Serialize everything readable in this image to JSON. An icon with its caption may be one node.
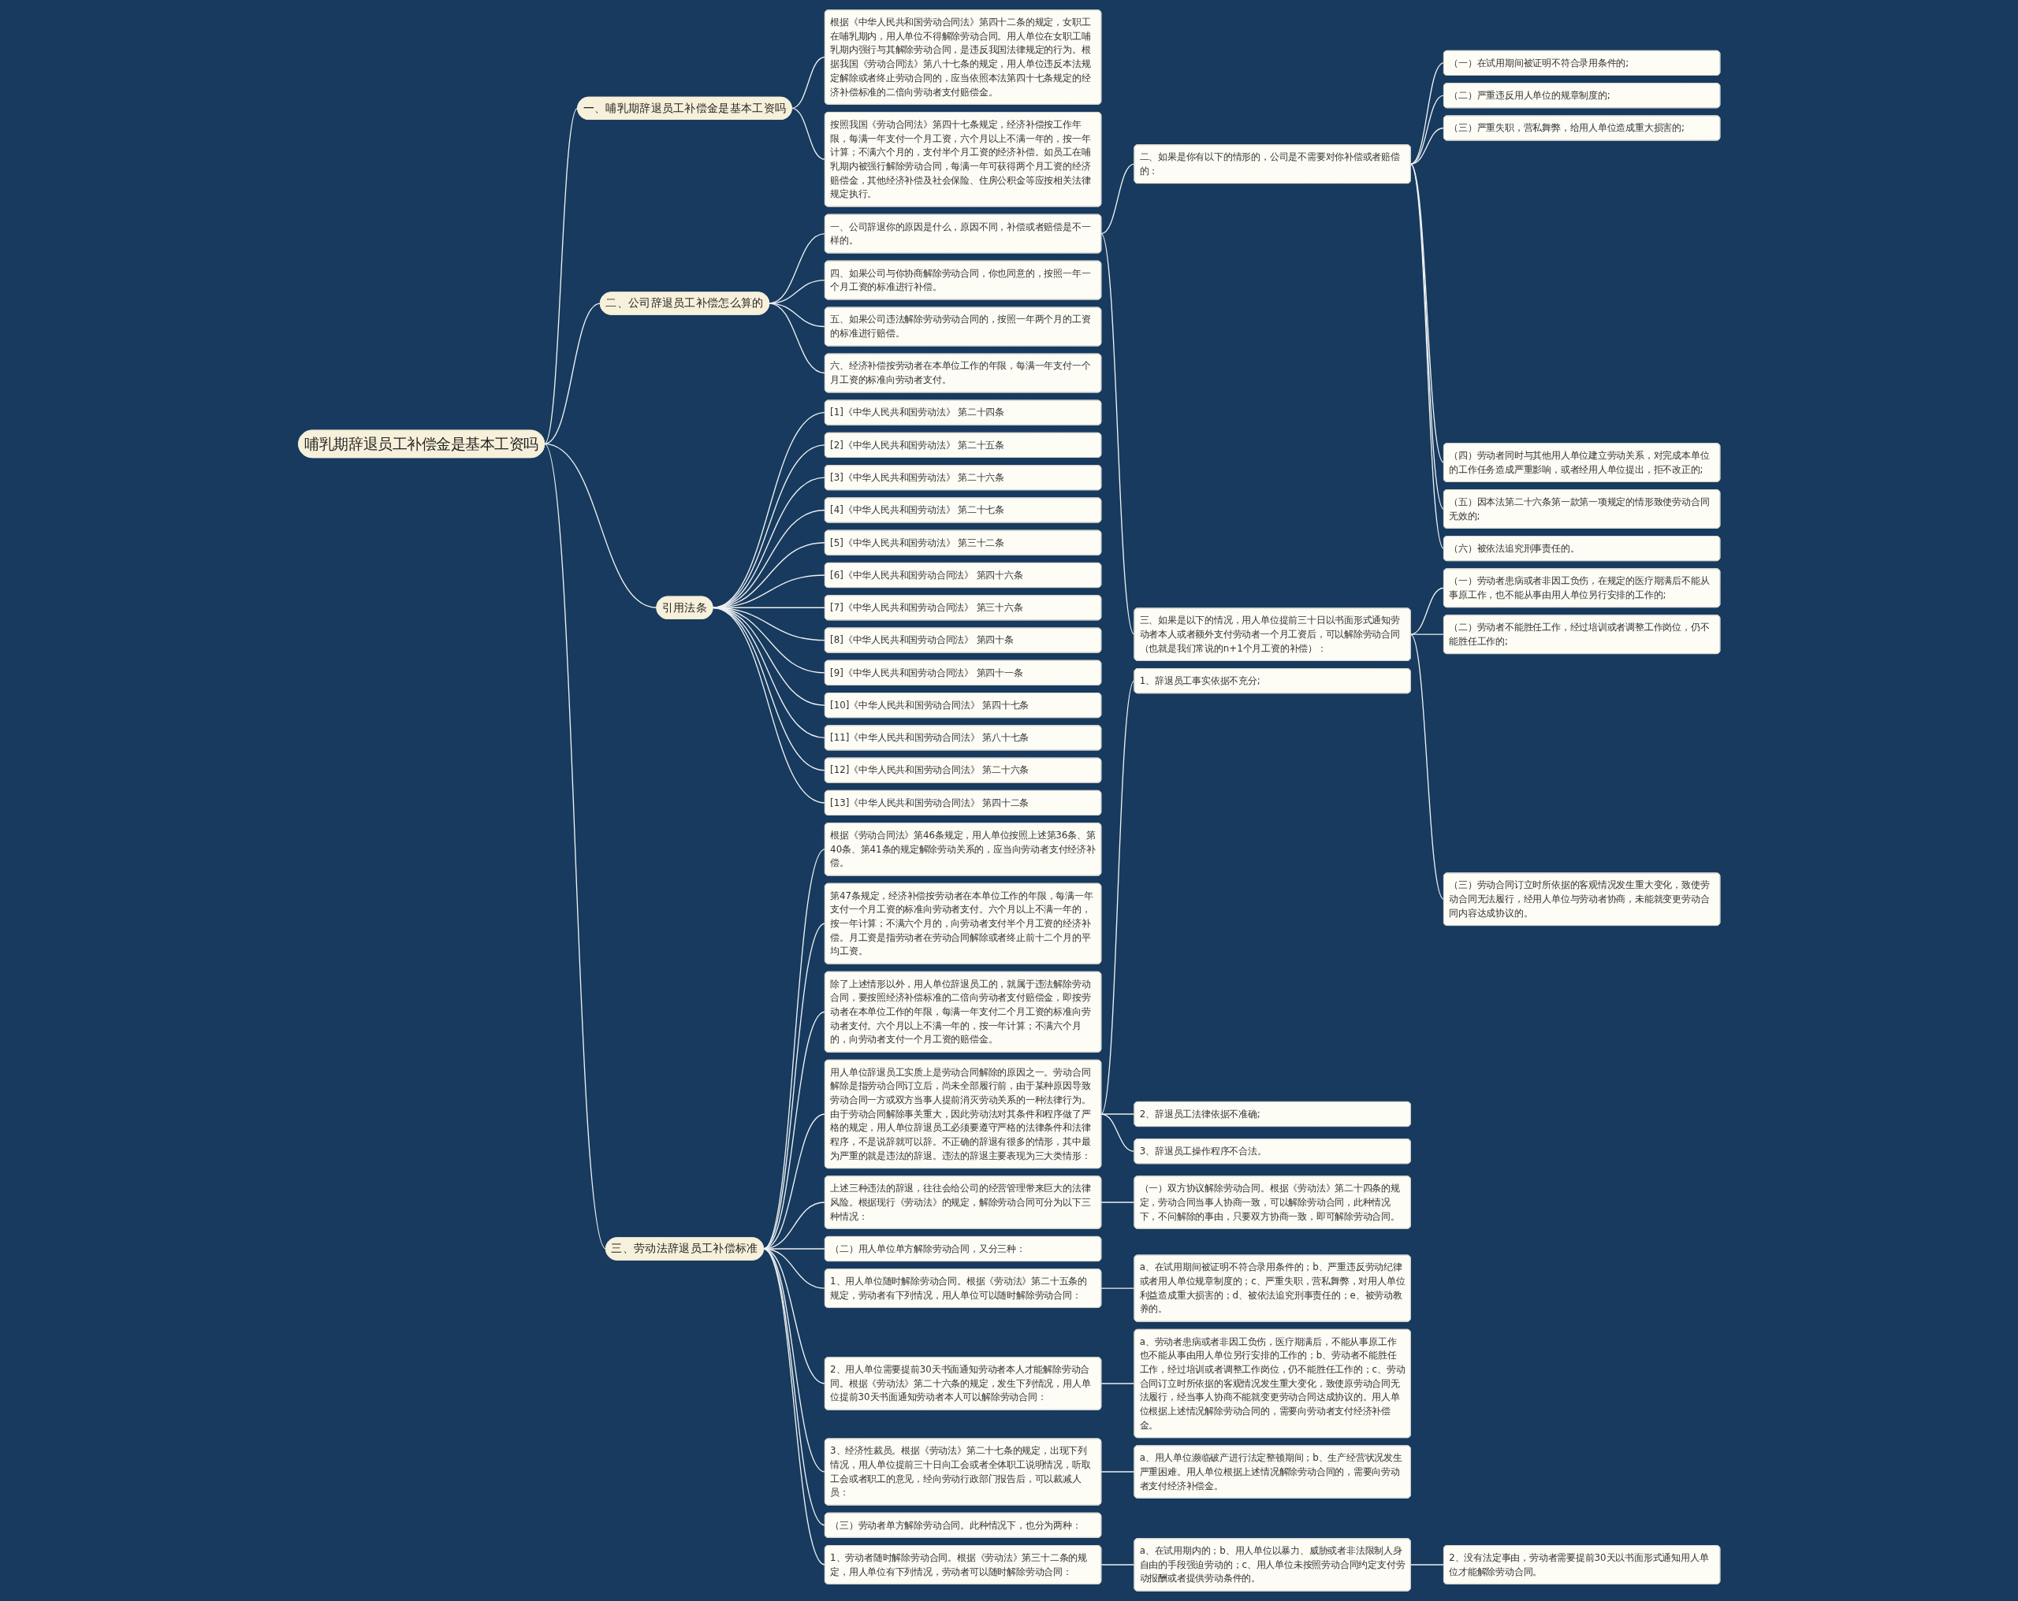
{
  "diagram": {
    "nodes": [
      {
        "text": [
          "哺乳期辞退员工补偿金是基本工资吗"
        ]
      },
      {
        "text": [
          "一、哺乳期辞退员工补偿金是基本工资吗"
        ]
      },
      {
        "text": [
          "根据《中华人民共和国劳动合同法》第四十二条的规定，女职工在哺乳期内，用人单位不得解除劳动合同。用人单位在女职工哺乳期内强行与其解除劳动合同，是违反我国法律规定的行为。根据我国《劳动合同法》第八十七条的规定，用人单位违反本法规定解除或者终止劳动合同的，应当依照本法第四十七条规定的经济补偿标准的二倍向劳动者支付赔偿金。"
        ]
      },
      {
        "text": [
          "按照我国《劳动合同法》第四十七条规定，经济补偿按工作年限，每满一年支付一个月工资，六个月以上不满一年的，按一年计算；不满六个月的，支付半个月工资的经济补偿。如员工在哺乳期内被强行解除劳动合同，每满一年可获得两个月工资的经济赔偿金，其他经济补偿及社会保险、住房公积金等应按相关法律规定执行。"
        ]
      },
      {
        "text": [
          "二、公司辞退员工补偿怎么算的"
        ]
      },
      {
        "text": [
          "一、公司辞退你的原因是什么，原因不同，补偿或者赔偿是不一样的。"
        ]
      },
      {
        "text": [
          "二、如果是你有以下的情形的，公司是不需要对你补偿或者赔偿的："
        ]
      },
      {
        "text": [
          "（一）在试用期间被证明不符合录用条件的;"
        ]
      },
      {
        "text": [
          "（二）严重违反用人单位的规章制度的;"
        ]
      },
      {
        "text": [
          "（三）严重失职，营私舞弊，给用人单位造成重大损害的;"
        ]
      },
      {
        "text": [
          "（四）劳动者同时与其他用人单位建立劳动关系，对完成本单位的工作任务造成严重影响，或者经用人单位提出，拒不改正的;"
        ]
      },
      {
        "text": [
          "（五）因本法第二十六条第一款第一项规定的情形致使劳动合同无效的;"
        ]
      },
      {
        "text": [
          "（六）被依法追究刑事责任的。"
        ]
      },
      {
        "text": [
          "三、如果是以下的情况，用人单位提前三十日以书面形式通知劳动者本人或者额外支付劳动者一个月工资后，可以解除劳动合同（也就是我们常说的n+1个月工资的补偿）："
        ]
      },
      {
        "text": [
          "（一）劳动者患病或者非因工负伤，在规定的医疗期满后不能从事原工作，也不能从事由用人单位另行安排的工作的;"
        ]
      },
      {
        "text": [
          "（二）劳动者不能胜任工作，经过培训或者调整工作岗位，仍不能胜任工作的;"
        ]
      },
      {
        "text": [
          "（三）劳动合同订立时所依据的客观情况发生重大变化，致使劳动合同无法履行，经用人单位与劳动者协商，未能就变更劳动合同内容达成协议的。"
        ]
      },
      {
        "text": [
          "四、如果公司与你协商解除劳动合同，你也同意的，按照一年一个月工资的标准进行补偿。"
        ]
      },
      {
        "text": [
          "五、如果公司违法解除劳动劳动合同的，按照一年两个月的工资的标准进行赔偿。"
        ]
      },
      {
        "text": [
          "六、经济补偿按劳动者在本单位工作的年限，每满一年支付一个月工资的标准向劳动者支付。"
        ]
      },
      {
        "text": [
          "引用法条"
        ]
      },
      {
        "text": [
          "[1]《中华人民共和国劳动法》 第二十四条"
        ]
      },
      {
        "text": [
          "[2]《中华人民共和国劳动法》 第二十五条"
        ]
      },
      {
        "text": [
          "[3]《中华人民共和国劳动法》 第二十六条"
        ]
      },
      {
        "text": [
          "[4]《中华人民共和国劳动法》 第二十七条"
        ]
      },
      {
        "text": [
          "[5]《中华人民共和国劳动法》 第三十二条"
        ]
      },
      {
        "text": [
          "[6]《中华人民共和国劳动合同法》 第四十六条"
        ]
      },
      {
        "text": [
          "[7]《中华人民共和国劳动合同法》 第三十六条"
        ]
      },
      {
        "text": [
          "[8]《中华人民共和国劳动合同法》 第四十条"
        ]
      },
      {
        "text": [
          "[9]《中华人民共和国劳动合同法》 第四十一条"
        ]
      },
      {
        "text": [
          "[10]《中华人民共和国劳动合同法》 第四十七条"
        ]
      },
      {
        "text": [
          "[11]《中华人民共和国劳动合同法》 第八十七条"
        ]
      },
      {
        "text": [
          "[12]《中华人民共和国劳动合同法》 第二十六条"
        ]
      },
      {
        "text": [
          "[13]《中华人民共和国劳动合同法》 第四十二条"
        ]
      },
      {
        "text": [
          "三、劳动法辞退员工补偿标准"
        ]
      },
      {
        "text": [
          "根据《劳动合同法》第46条规定，用人单位按照上述第36条、第40条、第41条的规定解除劳动关系的，应当向劳动者支付经济补偿。"
        ]
      },
      {
        "text": [
          "第47条规定，经济补偿按劳动者在本单位工作的年限，每满一年支付一个月工资的标准向劳动者支付。六个月以上不满一年的，按一年计算；不满六个月的，向劳动者支付半个月工资的经济补偿。月工资是指劳动者在劳动合同解除或者终止前十二个月的平均工资。"
        ]
      },
      {
        "text": [
          "除了上述情形以外，用人单位辞退员工的，就属于违法解除劳动合同，要按照经济补偿标准的二倍向劳动者支付赔偿金，即按劳动者在本单位工作的年限，每满一年支付二个月工资的标准向劳动者支付。六个月以上不满一年的，按一年计算；不满六个月的，向劳动者支付一个月工资的赔偿金。"
        ]
      },
      {
        "text": [
          "用人单位辞退员工实质上是劳动合同解除的原因之一。劳动合同解除是指劳动合同订立后，尚未全部履行前，由于某种原因导致劳动合同一方或双方当事人提前消灭劳动关系的一种法律行为。由于劳动合同解除事关重大，因此劳动法对其条件和程序做了严格的规定，用人单位辞退员工必须要遵守严格的法律条件和法律程序，不是说辞就可以辞。不正确的辞退有很多的情形，其中最为严重的就是违法的辞退。违法的辞退主要表现为三大类情形："
        ]
      },
      {
        "text": [
          "1、辞退员工事实依据不充分;"
        ]
      },
      {
        "text": [
          "2、辞退员工法律依据不准确;"
        ]
      },
      {
        "text": [
          "3、辞退员工操作程序不合法。"
        ]
      },
      {
        "text": [
          "上述三种违法的辞退，往往会给公司的经营管理带来巨大的法律风险。根据现行《劳动法》的规定，解除劳动合同可分为以下三种情况："
        ]
      },
      {
        "text": [
          "（一）双方协议解除劳动合同。根据《劳动法》第二十四条的规定，劳动合同当事人协商一致，可以解除劳动合同，此种情况下，不问解除的事由，只要双方协商一致，即可解除劳动合同。"
        ]
      },
      {
        "text": [
          "（二）用人单位单方解除劳动合同，又分三种："
        ]
      },
      {
        "text": [
          "1、用人单位随时解除劳动合同。根据《劳动法》第二十五条的规定，劳动者有下列情况，用人单位可以随时解除劳动合同："
        ]
      },
      {
        "text": [
          "a、在试用期间被证明不符合录用条件的；b、严重违反劳动纪律或者用人单位规章制度的；c、严重失职，营私舞弊，对用人单位利益造成重大损害的；d、被依法追究刑事责任的；e、被劳动教养的。"
        ]
      },
      {
        "text": [
          "2、用人单位需要提前30天书面通知劳动者本人才能解除劳动合同。根据《劳动法》第二十六条的规定，发生下列情况，用人单位提前30天书面通知劳动者本人可以解除劳动合同："
        ]
      },
      {
        "text": [
          "a、劳动者患病或者非因工负伤，医疗期满后，不能从事原工作也不能从事由用人单位另行安排的工作的；b、劳动者不能胜任工作，经过培训或者调整工作岗位，仍不能胜任工作的；c、劳动合同订立时所依据的客观情况发生重大变化，致使原劳动合同无法履行，经当事人协商不能就变更劳动合同达成协议的。用人单位根据上述情况解除劳动合同的，需要向劳动者支付经济补偿金。"
        ]
      },
      {
        "text": [
          "3、经济性裁员。根据《劳动法》第二十七条的规定，出现下列情况，用人单位提前三十日向工会或者全体职工说明情况，听取工会或者职工的意见，经向劳动行政部门报告后，可以裁减人员："
        ]
      },
      {
        "text": [
          "a、用人单位濒临破产进行法定整顿期间；b、生产经营状况发生严重困难。用人单位根据上述情况解除劳动合同的，需要向劳动者支付经济补偿金。"
        ]
      },
      {
        "text": [
          "（三）劳动者单方解除劳动合同。此种情况下，也分为两种："
        ]
      },
      {
        "text": [
          "1、劳动者随时解除劳动合同。根据《劳动法》第三十二条的规定，用人单位有下列情况，劳动者可以随时解除劳动合同："
        ]
      },
      {
        "text": [
          "a、在试用期内的；b、用人单位以暴力、威胁或者非法限制人身自由的手段强迫劳动的；c、用人单位未按照劳动合同约定支付劳动报酬或者提供劳动条件的。"
        ]
      },
      {
        "text": [
          "2、没有法定事由，劳动者需要提前30天以书面形式通知用人单位才能解除劳动合同。"
        ]
      }
    ],
    "edges": [
      {
        "from": 0,
        "to": 1,
        "arrow": "none"
      },
      {
        "from": 1,
        "to": 2,
        "arrow": "none"
      },
      {
        "from": 1,
        "to": 3,
        "arrow": "none"
      },
      {
        "from": 0,
        "to": 4,
        "arrow": "none"
      },
      {
        "from": 4,
        "to": 5,
        "arrow": "none"
      },
      {
        "from": 5,
        "to": 6,
        "arrow": "none"
      },
      {
        "from": 6,
        "to": 7,
        "arrow": "none"
      },
      {
        "from": 6,
        "to": 8,
        "arrow": "none"
      },
      {
        "from": 6,
        "to": 9,
        "arrow": "none"
      },
      {
        "from": 6,
        "to": 10,
        "arrow": "none"
      },
      {
        "from": 6,
        "to": 11,
        "arrow": "none"
      },
      {
        "from": 6,
        "to": 12,
        "arrow": "none"
      },
      {
        "from": 5,
        "to": 13,
        "arrow": "none"
      },
      {
        "from": 13,
        "to": 14,
        "arrow": "none"
      },
      {
        "from": 13,
        "to": 15,
        "arrow": "none"
      },
      {
        "from": 13,
        "to": 16,
        "arrow": "none"
      },
      {
        "from": 4,
        "to": 17,
        "arrow": "none"
      },
      {
        "from": 4,
        "to": 18,
        "arrow": "none"
      },
      {
        "from": 4,
        "to": 19,
        "arrow": "none"
      },
      {
        "from": 0,
        "to": 20,
        "arrow": "none"
      },
      {
        "from": 20,
        "to": 21,
        "arrow": "none"
      },
      {
        "from": 20,
        "to": 22,
        "arrow": "none"
      },
      {
        "from": 20,
        "to": 23,
        "arrow": "none"
      },
      {
        "from": 20,
        "to": 24,
        "arrow": "none"
      },
      {
        "from": 20,
        "to": 25,
        "arrow": "none"
      },
      {
        "from": 20,
        "to": 26,
        "arrow": "none"
      },
      {
        "from": 20,
        "to": 27,
        "arrow": "none"
      },
      {
        "from": 20,
        "to": 28,
        "arrow": "none"
      },
      {
        "from": 20,
        "to": 29,
        "arrow": "none"
      },
      {
        "from": 20,
        "to": 30,
        "arrow": "none"
      },
      {
        "from": 20,
        "to": 31,
        "arrow": "none"
      },
      {
        "from": 20,
        "to": 32,
        "arrow": "none"
      },
      {
        "from": 20,
        "to": 33,
        "arrow": "none"
      },
      {
        "from": 0,
        "to": 34,
        "arrow": "none"
      },
      {
        "from": 34,
        "to": 35,
        "arrow": "none"
      },
      {
        "from": 34,
        "to": 36,
        "arrow": "none"
      },
      {
        "from": 34,
        "to": 37,
        "arrow": "none"
      },
      {
        "from": 34,
        "to": 38,
        "arrow": "none"
      },
      {
        "from": 38,
        "to": 39,
        "arrow": "none"
      },
      {
        "from": 38,
        "to": 40,
        "arrow": "none"
      },
      {
        "from": 38,
        "to": 41,
        "arrow": "none"
      },
      {
        "from": 34,
        "to": 42,
        "arrow": "none"
      },
      {
        "from": 42,
        "to": 43,
        "arrow": "none"
      },
      {
        "from": 34,
        "to": 44,
        "arrow": "none"
      },
      {
        "from": 34,
        "to": 45,
        "arrow": "none"
      },
      {
        "from": 45,
        "to": 46,
        "arrow": "none"
      },
      {
        "from": 34,
        "to": 47,
        "arrow": "none"
      },
      {
        "from": 47,
        "to": 48,
        "arrow": "none"
      },
      {
        "from": 34,
        "to": 49,
        "arrow": "none"
      },
      {
        "from": 49,
        "to": 50,
        "arrow": "none"
      },
      {
        "from": 34,
        "to": 51,
        "arrow": "none"
      },
      {
        "from": 34,
        "to": 52,
        "arrow": "none"
      },
      {
        "from": 52,
        "to": 53,
        "arrow": "none"
      },
      {
        "from": 53,
        "to": 54,
        "arrow": "none"
      }
    ]
  }
}
